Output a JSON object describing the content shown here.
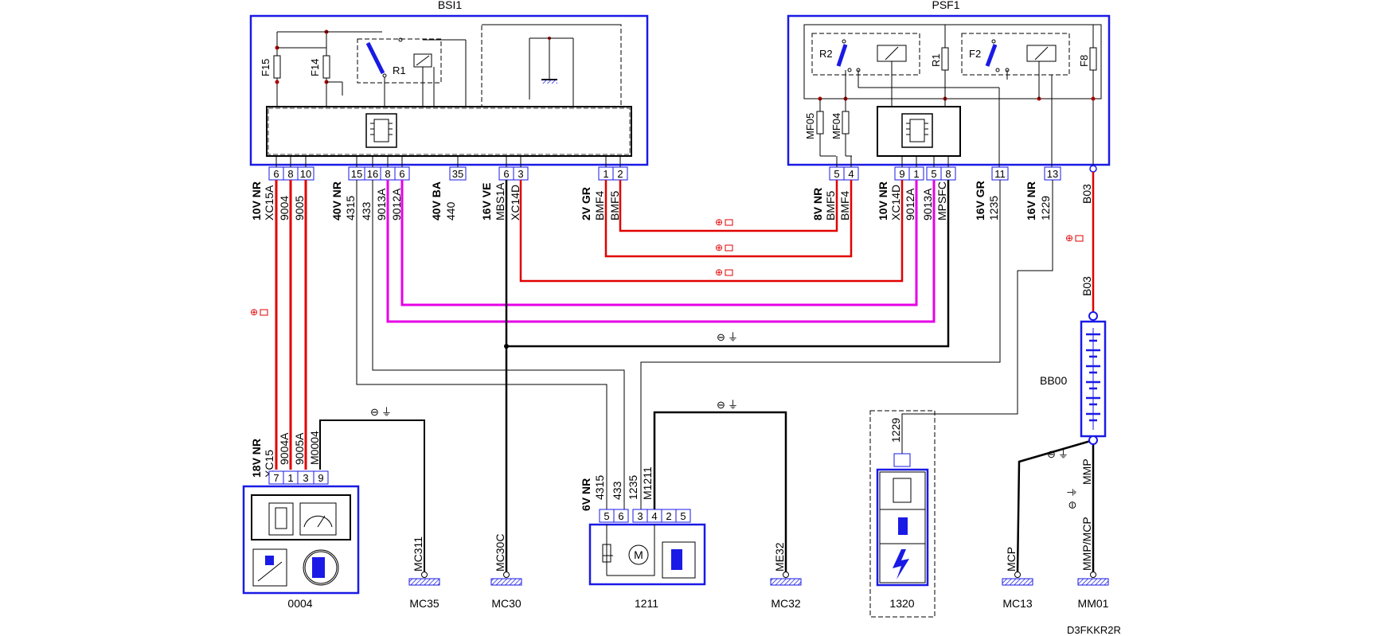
{
  "diagram_code": "D3FKKR2R",
  "colors": {
    "frame": "#1a1ae6",
    "red_wire": "#e00000",
    "magenta_wire": "#e600e6",
    "wire": "#000000",
    "component": "#1a1ae6"
  },
  "components": {
    "bsi": {
      "name": "BSI1",
      "internal": [
        "F15",
        "F14",
        "R1"
      ],
      "pins": [
        "6",
        "8",
        "10",
        "15",
        "16",
        "8",
        "6",
        "35",
        "6",
        "3",
        "1",
        "2"
      ]
    },
    "psf": {
      "name": "PSF1",
      "internal": [
        "R2",
        "F2",
        "R1",
        "F8",
        "MF05",
        "MF04"
      ],
      "pins": [
        "5",
        "4",
        "9",
        "1",
        "5",
        "8",
        "11",
        "13"
      ]
    },
    "c0004": {
      "name": "0004",
      "pins": [
        "7",
        "1",
        "3",
        "9"
      ]
    },
    "c1211": {
      "name": "1211",
      "pins": [
        "5",
        "6",
        "3",
        "4",
        "2",
        "5"
      ]
    },
    "c1320": {
      "name": "1320"
    },
    "battery": {
      "name": "BB00"
    }
  },
  "connectors": {
    "bsi_left": {
      "lines": [
        "10V NR",
        "XC15A"
      ]
    },
    "bsi_40v": {
      "lines": [
        "40V NR",
        "4315"
      ]
    },
    "bsi_40vba": {
      "lines": [
        "40V BA",
        "440"
      ]
    },
    "bsi_16v": {
      "lines": [
        "16V VE",
        "MBS1A"
      ]
    },
    "bsi_2v": {
      "lines": [
        "2V GR",
        "BMF4"
      ]
    },
    "psf_8v": {
      "lines": [
        "8V NR",
        "BMF5"
      ]
    },
    "psf_10v": {
      "lines": [
        "10V NR",
        "XC14D"
      ]
    },
    "psf_16vgr": {
      "lines": [
        "16V GR",
        "1235"
      ]
    },
    "psf_16vnr": {
      "lines": [
        "16V NR",
        "1229"
      ]
    },
    "c0004_conn": {
      "lines": [
        "18V NR",
        "XC15"
      ]
    },
    "c1211_conn": {
      "lines": [
        "6V NR",
        "4315"
      ]
    }
  },
  "wires": {
    "bsi": [
      "9004",
      "9005",
      "433",
      "9013A",
      "9012A",
      "XC14D",
      "BMF5"
    ],
    "psf": [
      "BMF4",
      "9012A",
      "9013A",
      "MPSFC"
    ],
    "c0004": [
      "9004A",
      "9005A",
      "M0004"
    ],
    "c1211": [
      "433",
      "1235",
      "M1211"
    ],
    "c1320": "1229",
    "battery": [
      "B03",
      "B03",
      "MMP",
      "MMP/MCP"
    ],
    "grounds": [
      "MC311",
      "MC30C",
      "ME32",
      "MCP"
    ]
  },
  "ground_points": [
    "MC35",
    "MC30",
    "MC32",
    "MC13",
    "MM01"
  ],
  "symbols": {
    "plus_battery": "⊕",
    "minus_ground": "⊖",
    "battery": "🔋",
    "ground": "⏚"
  }
}
